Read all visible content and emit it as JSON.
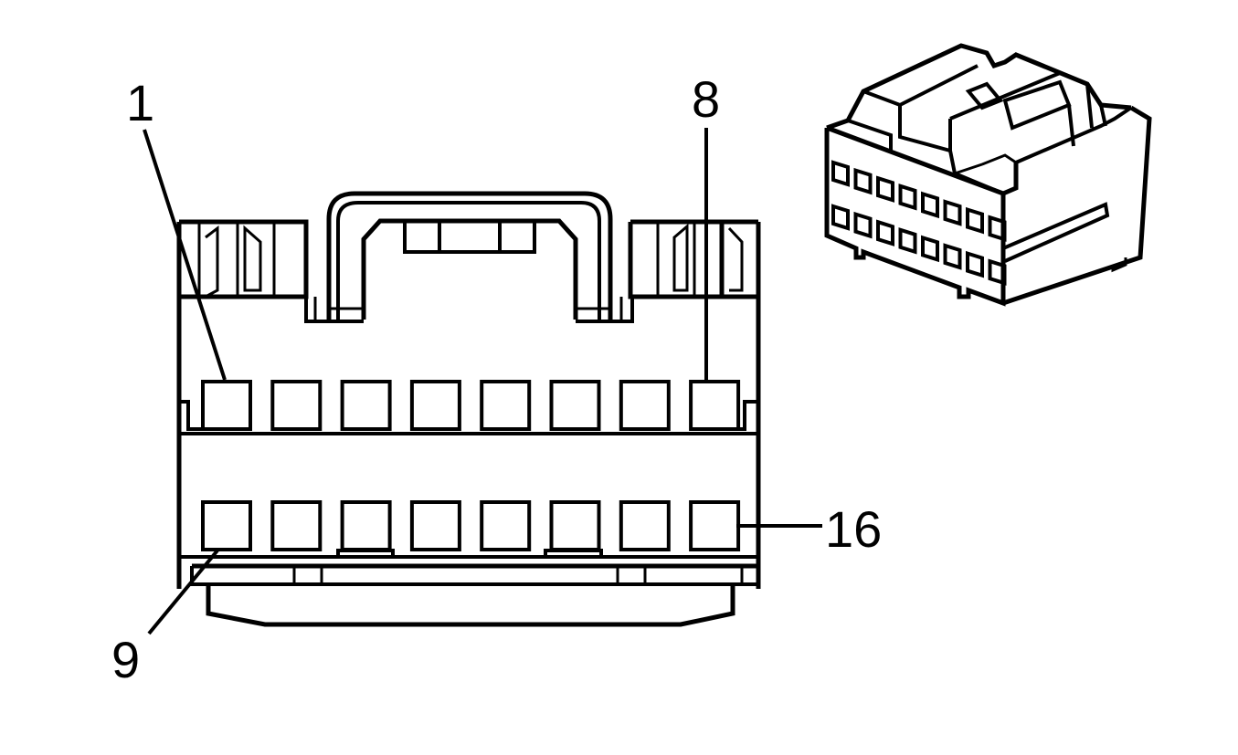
{
  "labels": {
    "pin1": "1",
    "pin8": "8",
    "pin9": "9",
    "pin16": "16"
  },
  "connector": {
    "pin_count": 16,
    "rows": 2,
    "pins_per_row": 8
  },
  "colors": {
    "line": "#000000",
    "background": "#ffffff"
  }
}
